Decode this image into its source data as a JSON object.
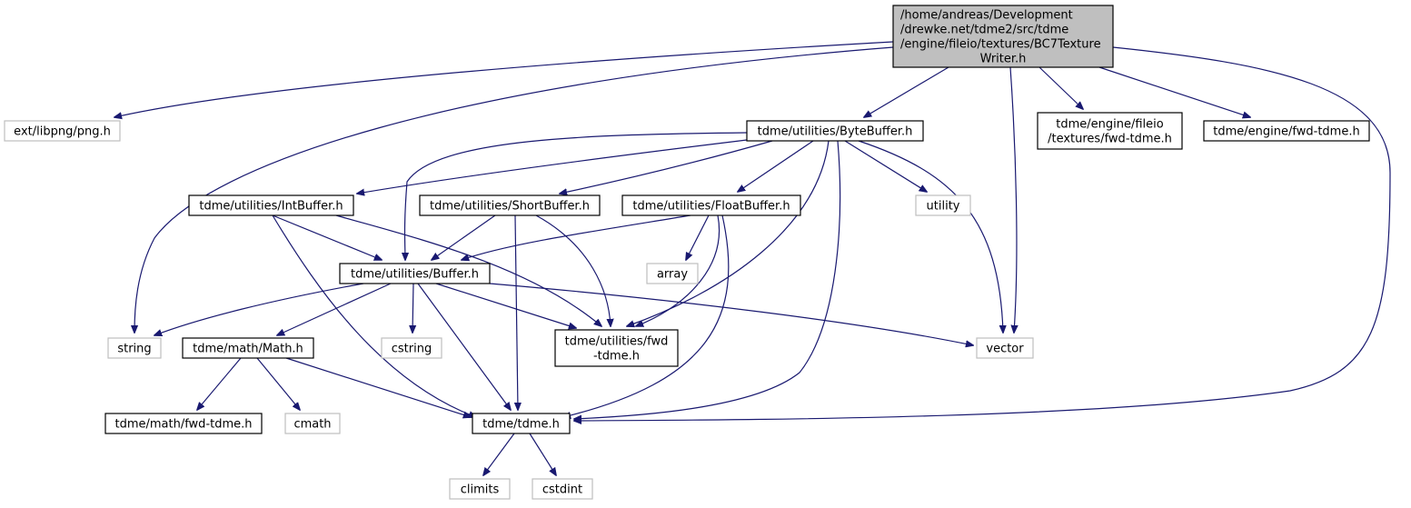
{
  "diagram": {
    "type": "include-dependency-graph",
    "colors": {
      "edge": "#191970",
      "root_fill": "#bfbfbf",
      "external_border": "#bfbfbf",
      "internal_border": "#000000"
    },
    "nodes": {
      "root": {
        "lines": [
          "/home/andreas/Development",
          "/drewke.net/tdme2/src/tdme",
          "/engine/fileio/textures/BC7Texture",
          "Writer.h"
        ],
        "kind": "root"
      },
      "png": {
        "lines": [
          "ext/libpng/png.h"
        ],
        "kind": "external"
      },
      "string": {
        "lines": [
          "string"
        ],
        "kind": "external"
      },
      "bytebuffer": {
        "lines": [
          "tdme/utilities/ByteBuffer.h"
        ],
        "kind": "internal"
      },
      "vector": {
        "lines": [
          "vector"
        ],
        "kind": "external"
      },
      "fileio_fwd": {
        "lines": [
          "tdme/engine/fileio",
          "/textures/fwd-tdme.h"
        ],
        "kind": "internal"
      },
      "engine_fwd": {
        "lines": [
          "tdme/engine/fwd-tdme.h"
        ],
        "kind": "internal"
      },
      "tdme": {
        "lines": [
          "tdme/tdme.h"
        ],
        "kind": "internal"
      },
      "intbuffer": {
        "lines": [
          "tdme/utilities/IntBuffer.h"
        ],
        "kind": "internal"
      },
      "shortbuffer": {
        "lines": [
          "tdme/utilities/ShortBuffer.h"
        ],
        "kind": "internal"
      },
      "floatbuffer": {
        "lines": [
          "tdme/utilities/FloatBuffer.h"
        ],
        "kind": "internal"
      },
      "utility": {
        "lines": [
          "utility"
        ],
        "kind": "external"
      },
      "buffer": {
        "lines": [
          "tdme/utilities/Buffer.h"
        ],
        "kind": "internal"
      },
      "utilities_fwd": {
        "lines": [
          "tdme/utilities/fwd",
          "-tdme.h"
        ],
        "kind": "internal"
      },
      "array": {
        "lines": [
          "array"
        ],
        "kind": "external"
      },
      "math": {
        "lines": [
          "tdme/math/Math.h"
        ],
        "kind": "internal"
      },
      "cstring": {
        "lines": [
          "cstring"
        ],
        "kind": "external"
      },
      "math_fwd": {
        "lines": [
          "tdme/math/fwd-tdme.h"
        ],
        "kind": "internal"
      },
      "cmath": {
        "lines": [
          "cmath"
        ],
        "kind": "external"
      },
      "climits": {
        "lines": [
          "climits"
        ],
        "kind": "external"
      },
      "cstdint": {
        "lines": [
          "cstdint"
        ],
        "kind": "external"
      }
    },
    "edges": [
      [
        "root",
        "png"
      ],
      [
        "root",
        "string"
      ],
      [
        "root",
        "bytebuffer"
      ],
      [
        "root",
        "vector"
      ],
      [
        "root",
        "fileio_fwd"
      ],
      [
        "root",
        "engine_fwd"
      ],
      [
        "root",
        "tdme"
      ],
      [
        "bytebuffer",
        "intbuffer"
      ],
      [
        "bytebuffer",
        "shortbuffer"
      ],
      [
        "bytebuffer",
        "floatbuffer"
      ],
      [
        "bytebuffer",
        "utility"
      ],
      [
        "bytebuffer",
        "buffer"
      ],
      [
        "bytebuffer",
        "utilities_fwd"
      ],
      [
        "bytebuffer",
        "tdme"
      ],
      [
        "bytebuffer",
        "vector"
      ],
      [
        "intbuffer",
        "buffer"
      ],
      [
        "intbuffer",
        "utilities_fwd"
      ],
      [
        "intbuffer",
        "tdme"
      ],
      [
        "shortbuffer",
        "buffer"
      ],
      [
        "shortbuffer",
        "utilities_fwd"
      ],
      [
        "shortbuffer",
        "tdme"
      ],
      [
        "floatbuffer",
        "buffer"
      ],
      [
        "floatbuffer",
        "array"
      ],
      [
        "floatbuffer",
        "utilities_fwd"
      ],
      [
        "floatbuffer",
        "tdme"
      ],
      [
        "buffer",
        "string"
      ],
      [
        "buffer",
        "math"
      ],
      [
        "buffer",
        "cstring"
      ],
      [
        "buffer",
        "utilities_fwd"
      ],
      [
        "buffer",
        "tdme"
      ],
      [
        "buffer",
        "vector"
      ],
      [
        "math",
        "math_fwd"
      ],
      [
        "math",
        "cmath"
      ],
      [
        "math",
        "tdme"
      ],
      [
        "tdme",
        "climits"
      ],
      [
        "tdme",
        "cstdint"
      ]
    ]
  }
}
